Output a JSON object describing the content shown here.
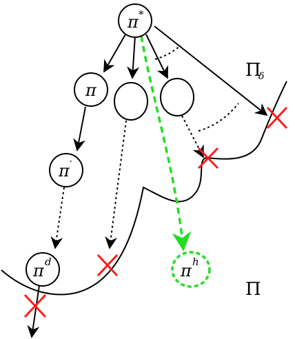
{
  "nodes": {
    "pi_star": {
      "base": "π",
      "sup": "*"
    },
    "pi": {
      "base": "π"
    },
    "pi_prime": {
      "base": "π",
      "sup": "′"
    },
    "pi_d": {
      "base": "π",
      "sup": "d"
    },
    "pi_h": {
      "base": "π",
      "sup": "h"
    }
  },
  "regions": {
    "pi_delta": {
      "base": "Π",
      "sub": "δ"
    },
    "pi_main": {
      "base": "Π"
    }
  },
  "colors": {
    "line": "#000000",
    "cross": "#ff1a1a",
    "highlight": "#22dd22"
  }
}
